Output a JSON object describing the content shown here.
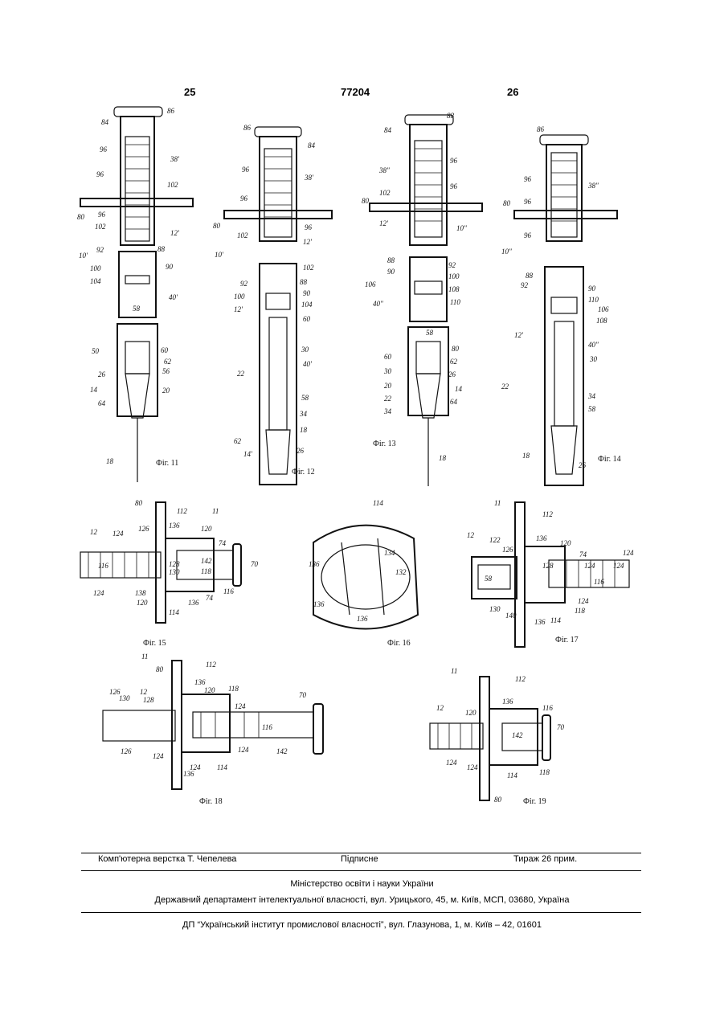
{
  "header": {
    "page_left": "25",
    "patent_number": "77204",
    "page_right": "26"
  },
  "figures": {
    "fig11": {
      "caption": "Фіг. 11",
      "labels": [
        "86",
        "84",
        "96",
        "38'",
        "96",
        "102",
        "80",
        "96",
        "12'",
        "102",
        "92",
        "88",
        "10'",
        "90",
        "100",
        "104",
        "40'",
        "58",
        "50",
        "60",
        "62",
        "56",
        "26",
        "14",
        "20",
        "64",
        "18"
      ]
    },
    "fig12": {
      "caption": "Фіг. 12",
      "labels": [
        "86",
        "84",
        "96",
        "38'",
        "96",
        "80",
        "96",
        "12'",
        "102",
        "10'",
        "102",
        "92",
        "88",
        "90",
        "100",
        "104",
        "12'",
        "60",
        "30",
        "40'",
        "22",
        "58",
        "34",
        "18",
        "62",
        "26",
        "14'"
      ]
    },
    "fig13": {
      "caption": "Фіг. 13",
      "labels": [
        "88",
        "84",
        "96",
        "38\"",
        "96",
        "102",
        "80",
        "12'",
        "10\"",
        "92",
        "88",
        "90",
        "100",
        "108",
        "106",
        "110",
        "40\"",
        "58",
        "80",
        "60",
        "62",
        "30",
        "26",
        "20",
        "14",
        "22",
        "64",
        "34",
        "18"
      ]
    },
    "fig14": {
      "caption": "Фіг. 14",
      "labels": [
        "86",
        "96",
        "38\"",
        "80",
        "96",
        "96",
        "10\"",
        "88",
        "92",
        "90",
        "110",
        "106",
        "108",
        "12'",
        "40\"",
        "30",
        "22",
        "34",
        "58",
        "18",
        "26"
      ]
    },
    "fig15": {
      "caption": "Фіг. 15",
      "labels": [
        "80",
        "112",
        "11",
        "12",
        "124",
        "126",
        "136",
        "120",
        "74",
        "116",
        "128",
        "130",
        "142",
        "118",
        "70",
        "124",
        "138",
        "120",
        "136",
        "74",
        "116",
        "114"
      ]
    },
    "fig16": {
      "caption": "Фіг. 16",
      "labels": [
        "114",
        "136",
        "134",
        "132",
        "136",
        "136"
      ]
    },
    "fig17": {
      "caption": "Фіг. 17",
      "labels": [
        "11",
        "112",
        "12",
        "122",
        "126",
        "136",
        "120",
        "74",
        "58",
        "128",
        "124",
        "124",
        "116",
        "124",
        "124",
        "130",
        "140",
        "136",
        "114",
        "118"
      ]
    },
    "fig18": {
      "caption": "Фіг. 18",
      "labels": [
        "11",
        "80",
        "112",
        "136",
        "126",
        "12",
        "120",
        "118",
        "130",
        "128",
        "124",
        "70",
        "116",
        "126",
        "124",
        "124",
        "142",
        "124",
        "136",
        "114"
      ]
    },
    "fig19": {
      "caption": "Фіг. 19",
      "labels": [
        "11",
        "112",
        "12",
        "120",
        "136",
        "116",
        "70",
        "142",
        "124",
        "124",
        "114",
        "118",
        "80"
      ]
    }
  },
  "footer": {
    "typesetting": "Комп'ютерна верстка Т. Чепелева",
    "signed": "Підписне",
    "circulation": "Тираж 26 прим.",
    "ministry": "Міністерство освіти і науки України",
    "department": "Державний департамент інтелектуальної власності, вул. Урицького, 45, м. Київ, МСП, 03680, Україна",
    "institute": "ДП “Український інститут промислової власності”, вул. Глазунова, 1, м. Київ – 42, 01601"
  }
}
